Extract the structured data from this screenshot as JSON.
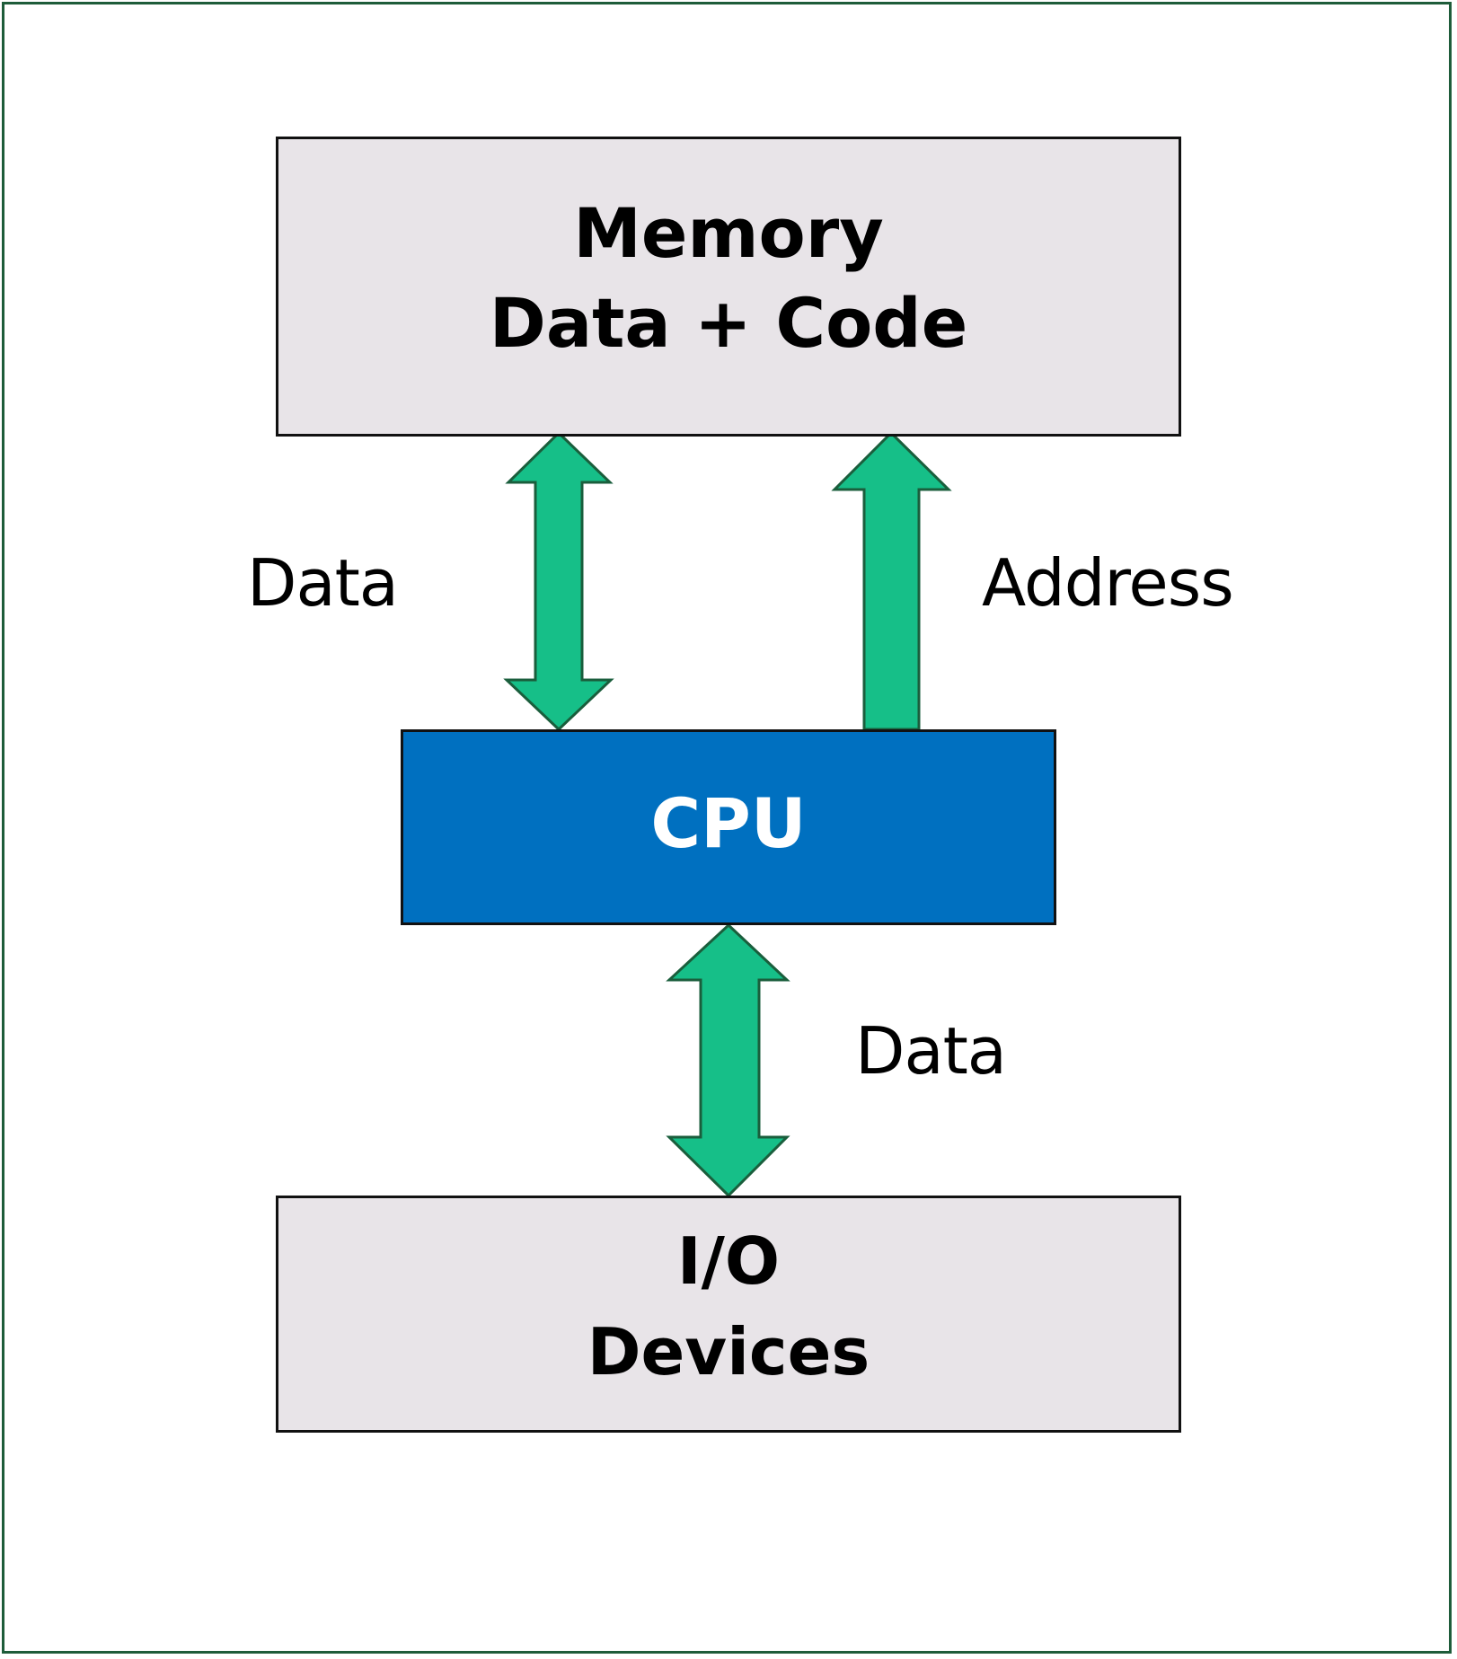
{
  "colors": {
    "frame_border": "#1e5c3a",
    "box_fill": "#e8e4e8",
    "cpu_fill": "#0070c0",
    "arrow_fill": "#16bf88",
    "arrow_stroke": "#1a5e3c"
  },
  "memory": {
    "line1": "Memory",
    "line2": "Data + Code"
  },
  "cpu": {
    "label": "CPU"
  },
  "io": {
    "line1": "I/O",
    "line2": "Devices"
  },
  "connections": [
    {
      "label": "Data",
      "from": "CPU",
      "to": "Memory",
      "direction": "bidirectional"
    },
    {
      "label": "Address",
      "from": "CPU",
      "to": "Memory",
      "direction": "one-way"
    },
    {
      "label": "Data",
      "from": "CPU",
      "to": "I/O Devices",
      "direction": "bidirectional"
    }
  ]
}
